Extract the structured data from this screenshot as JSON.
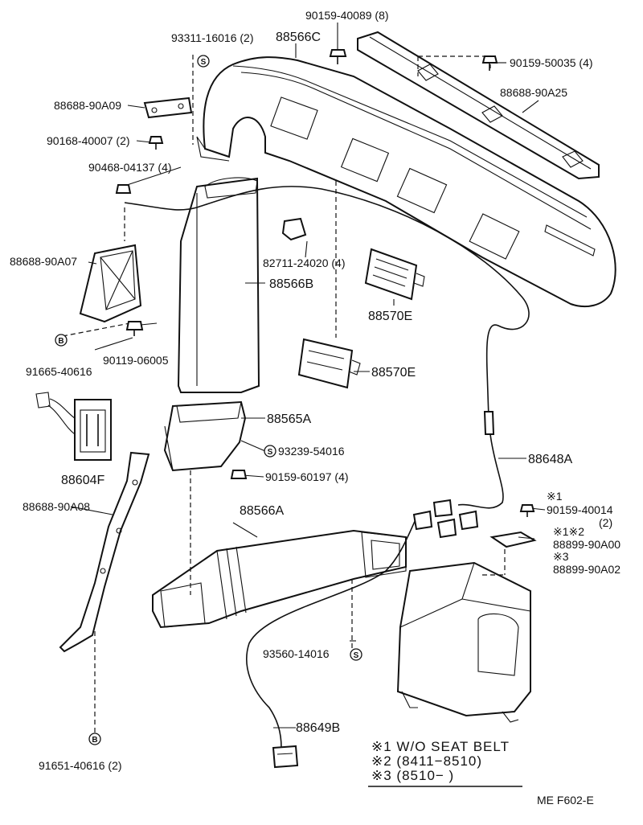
{
  "parts": {
    "p_90159_40089": "90159-40089 (8)",
    "p_93311_16016": "93311-16016 (2)",
    "p_88566C": "88566C",
    "p_90159_50035": "90159-50035 (4)",
    "p_88688_90A09": "88688-90A09",
    "p_88688_90A25": "88688-90A25",
    "p_90168_40007": "90168-40007 (2)",
    "p_90468_04137": "90468-04137 (4)",
    "p_88688_90A07": "88688-90A07",
    "p_82711_24020": "82711-24020 (4)",
    "p_88566B": "88566B",
    "p_88570E_a": "88570E",
    "p_90119_06005": "90119-06005",
    "p_91665_40616": "91665-40616",
    "p_88570E_b": "88570E",
    "p_88565A": "88565A",
    "p_93239_54016": "93239-54016",
    "p_88604F": "88604F",
    "p_88648A": "88648A",
    "p_90159_60197": "90159-60197 (4)",
    "p_88688_90A08": "88688-90A08",
    "p_90159_40014": "90159-40014",
    "p_90159_40014_qty": "(2)",
    "p_88566A": "88566A",
    "p_88899_90A00": "88899-90A00",
    "p_88899_90A02": "88899-90A02",
    "p_93560_14016": "93560-14016",
    "p_88649B": "88649B",
    "p_91651_40616": "91651-40616 (2)"
  },
  "marks": {
    "m1": "※1",
    "m12": "※1※2",
    "m3": "※3",
    "sym_s": "S",
    "sym_b": "B"
  },
  "notes": {
    "n1": "※1 W/O SEAT BELT",
    "n2": "※2 (8411−8510)",
    "n3": "※3 (8510−        )"
  },
  "footer": {
    "code": "ME  F602-E"
  }
}
